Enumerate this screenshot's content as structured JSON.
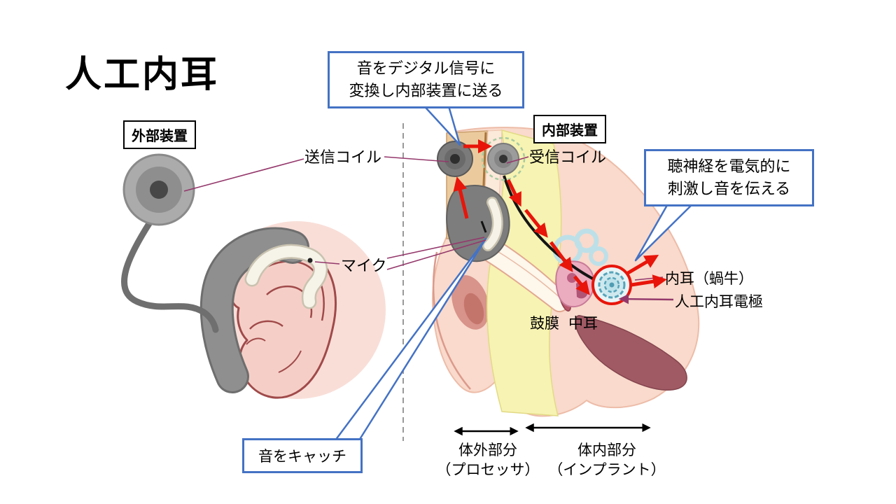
{
  "title": "人工内耳",
  "section_labels": {
    "external_device": "外部装置",
    "internal_device": "内部装置"
  },
  "callouts": {
    "digital_signal": "音をデジタル信号に\n変換し内部装置に送る",
    "auditory_nerve": "聴神経を電気的に\n刺激し音を伝える",
    "catch_sound": "音をキャッチ"
  },
  "part_labels": {
    "transmit_coil": "送信コイル",
    "receive_coil": "受信コイル",
    "microphone": "マイク",
    "inner_ear": "内耳（蝸牛）",
    "electrode": "人工内耳電極",
    "eardrum": "鼓膜",
    "middle_ear": "中耳"
  },
  "bottom_labels": {
    "external_part": "体外部分\n（プロセッサ）",
    "internal_part": "体内部分\n（インプラント）"
  },
  "colors": {
    "callout_border": "#4472C4",
    "signal_arrow_red": "#E8150A",
    "connector_line": "#94386B",
    "skin": "#F9DACC",
    "bone_yellow": "#F7F3B2",
    "cochlea_blue": "#BDE0E8",
    "device_gray": "#8F8F8F"
  }
}
